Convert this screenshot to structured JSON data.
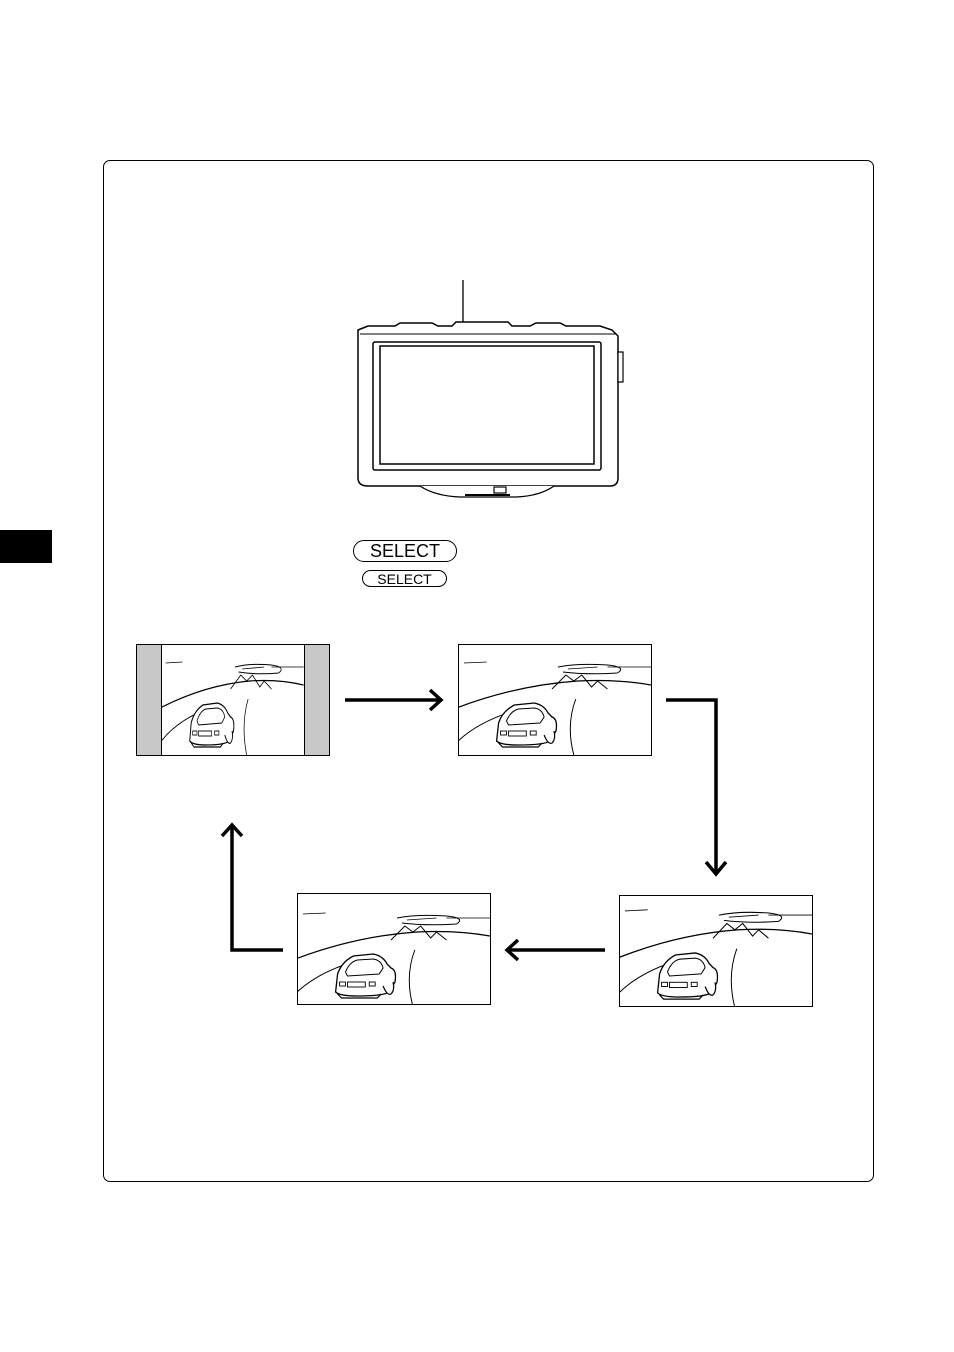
{
  "buttons": {
    "select_large_label": "SELECT",
    "select_small_label": "SELECT"
  },
  "colors": {
    "line": "#000000",
    "side_panel_gray": "#c8c8c8",
    "side_tab": "#000000"
  },
  "sequence": {
    "screens": [
      "scene-1",
      "scene-2",
      "scene-3",
      "scene-4"
    ],
    "direction": "clockwise"
  }
}
